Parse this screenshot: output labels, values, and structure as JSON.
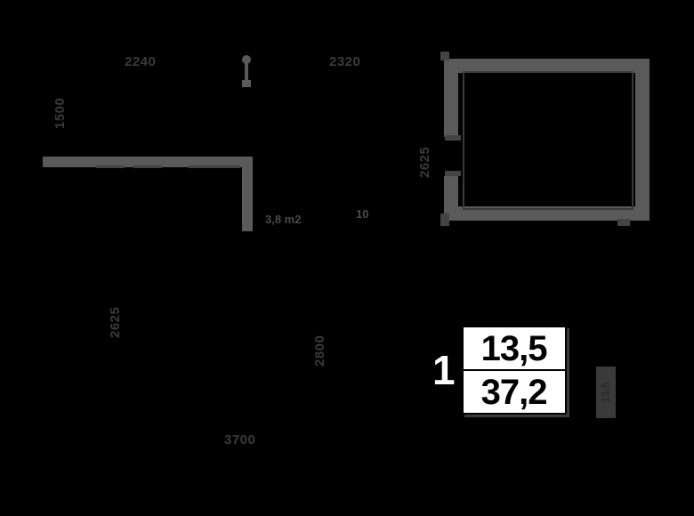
{
  "drawing": {
    "type": "apartment-floor-plan",
    "background_color": "#000000",
    "wall_color": "#5a5a5a",
    "text_color": "#3a3a3a"
  },
  "dimensions": {
    "top_left_label": "2240",
    "top_right_label": "2320",
    "left_vertical_label": "1500",
    "mid_vertical_label": "2625",
    "lower_left_vertical_label": "2625",
    "lower_mid_vertical_label": "2800",
    "bottom_center_label": "3700"
  },
  "room_labels": {
    "center_label": "3,8 m2",
    "center_label_2": "10",
    "right_tab_label": "13,5"
  },
  "info": {
    "rooms_count": "1",
    "living_area": "13,5",
    "total_area": "37,2"
  }
}
